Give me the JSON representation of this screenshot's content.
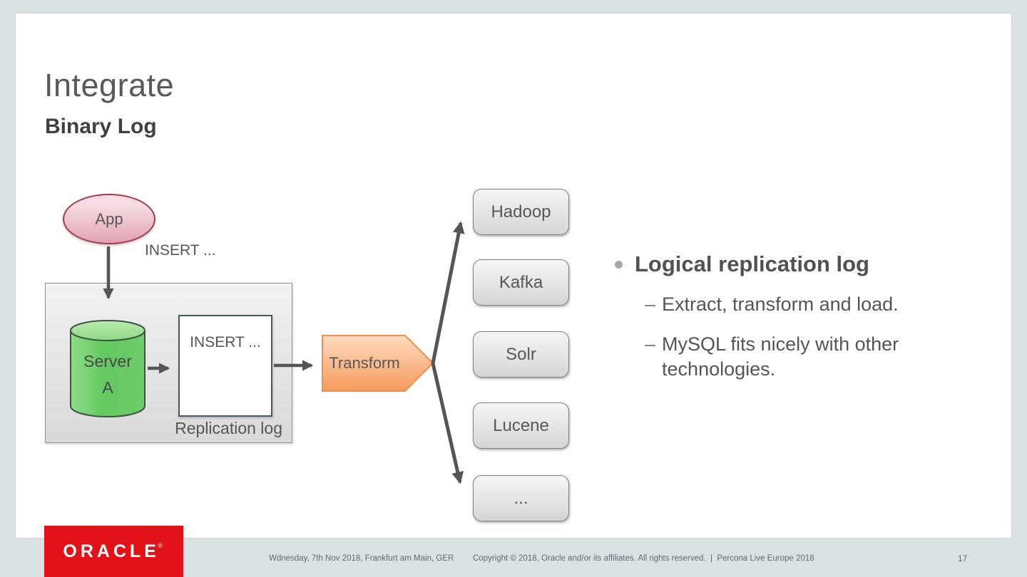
{
  "slide": {
    "title": "Integrate",
    "subtitle": "Binary Log"
  },
  "diagram": {
    "app_label": "App",
    "insert_query_label": "INSERT ...",
    "server_name_line1": "Server",
    "server_name_line2": "A",
    "log_entry_label": "INSERT ...",
    "replication_log_label": "Replication log",
    "transform_label": "Transform",
    "targets": [
      "Hadoop",
      "Kafka",
      "Solr",
      "Lucene",
      "..."
    ]
  },
  "bullets": {
    "heading": "Logical replication log",
    "items": [
      {
        "dash": "–",
        "text": "Extract, transform and load."
      },
      {
        "dash": "–",
        "text": "MySQL fits nicely with other technologies."
      }
    ]
  },
  "footer": {
    "logo_text": "ORACLE",
    "logo_registered_mark": "®",
    "date_text": "Wdnesday, 7th Nov 2018, Frankfurt am Main, GER",
    "copyright_text": "Copyright © 2018, Oracle and/or its affiliates. All rights reserved.  |  Percona Live Europe 2018",
    "page_number": "17"
  },
  "colors": {
    "page_background": "#dbe2e4",
    "slide_background": "#ffffff",
    "oracle_red": "#e11218",
    "title_gray": "#595959",
    "body_text_gray": "#555555",
    "arrow_gray": "#555555",
    "app_pink_fill": "#e2a2b3",
    "app_pink_border": "#a13a52",
    "server_green_fill": "#6ecc6b",
    "transform_orange_fill": "#f79b5c",
    "transform_orange_border": "#ee8f4f",
    "target_box_fill": "#e0e0e0"
  }
}
